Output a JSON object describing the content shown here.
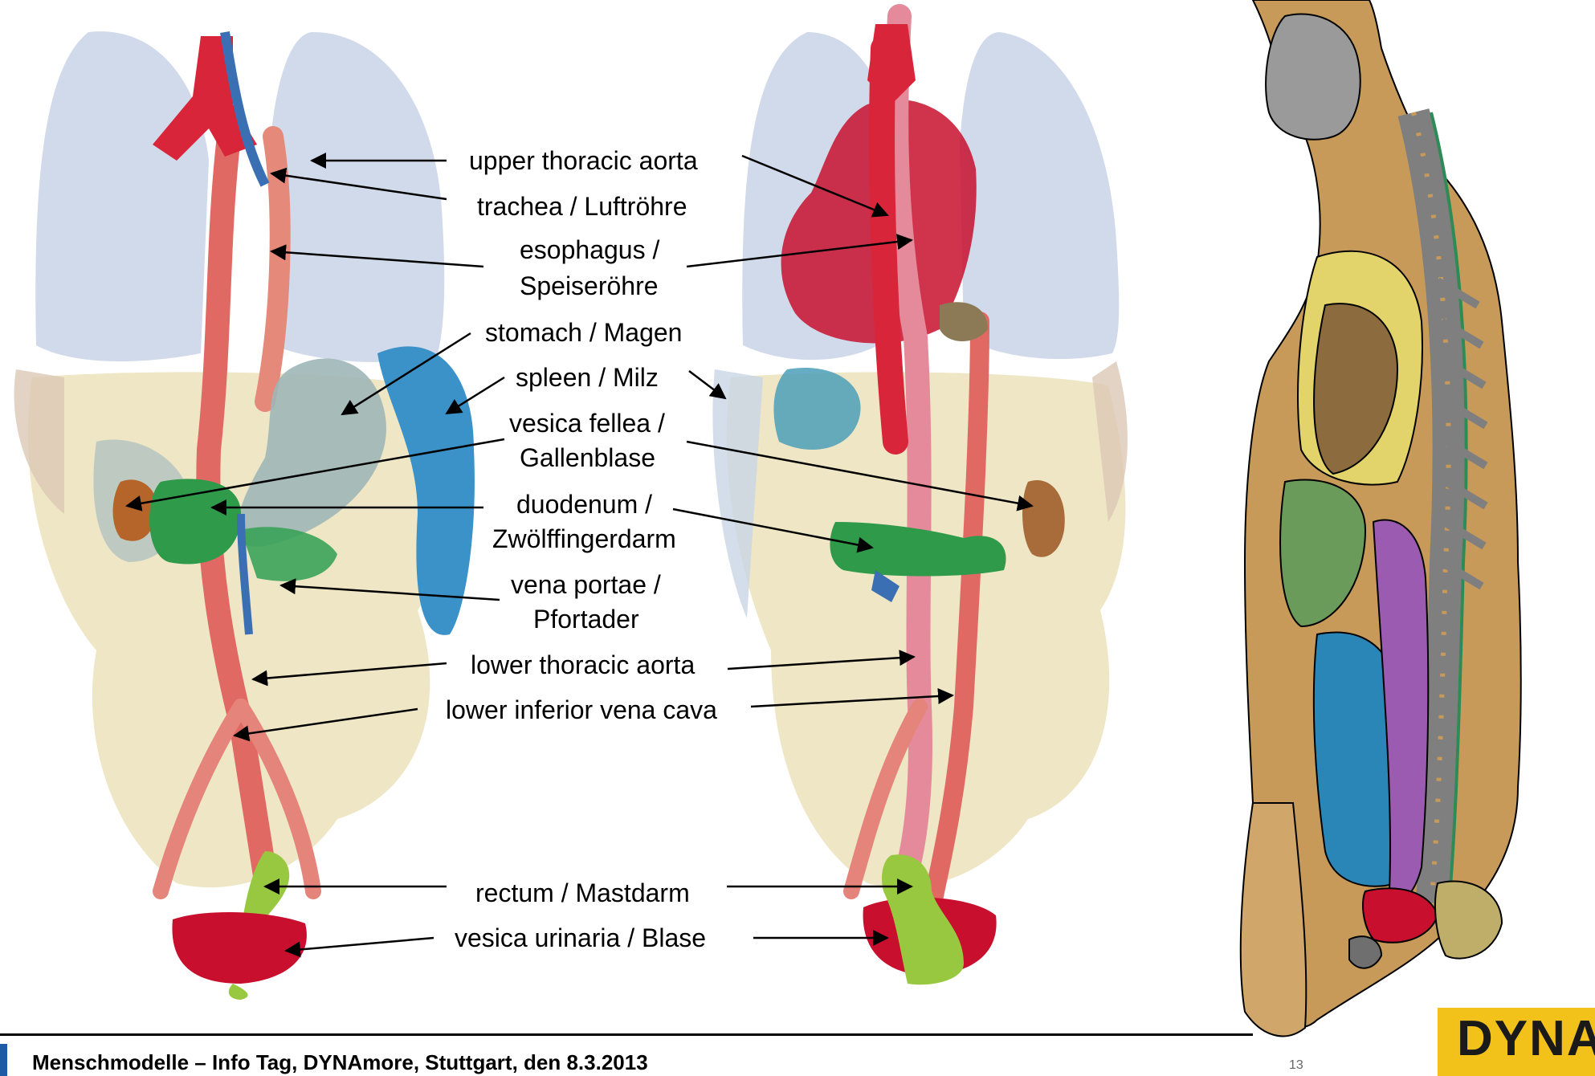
{
  "labels": {
    "upper_thoracic_aorta": "upper thoracic aorta",
    "trachea": "trachea / Luftröhre",
    "esophagus_1": "esophagus /",
    "esophagus_2": "Speiseröhre",
    "stomach": "stomach / Magen",
    "spleen": "spleen / Milz",
    "vesica_fellea_1": "vesica fellea /",
    "vesica_fellea_2": "Gallenblase",
    "duodenum_1": "duodenum /",
    "duodenum_2": "Zwölffingerdarm",
    "vena_portae_1": "vena portae /",
    "vena_portae_2": "Pfortader",
    "lower_thoracic_aorta": "lower thoracic aorta",
    "lower_inferior_vena_cava": "lower inferior vena cava",
    "rectum": "rectum / Mastdarm",
    "vesica_urinaria": "vesica urinaria / Blase"
  },
  "footer": {
    "title": "Menschmodelle – Info Tag, DYNAmore, Stuttgart, den 8.3.2013",
    "page_number": "13"
  },
  "logo": {
    "text": "DYNA"
  },
  "colors": {
    "lung": "#c9d3e6",
    "aorta": "#e0434f",
    "vena_cava": "#3b6fb3",
    "esophagus": "#e58a7a",
    "stomach": "#9fb6b6",
    "spleen": "#3b92c8",
    "gallbladder": "#b5652a",
    "duodenum": "#2e9a4a",
    "rectum": "#98c840",
    "bladder": "#c8102e",
    "body_tan": "#c79a5a",
    "logo_yellow": "#f2c21b"
  }
}
